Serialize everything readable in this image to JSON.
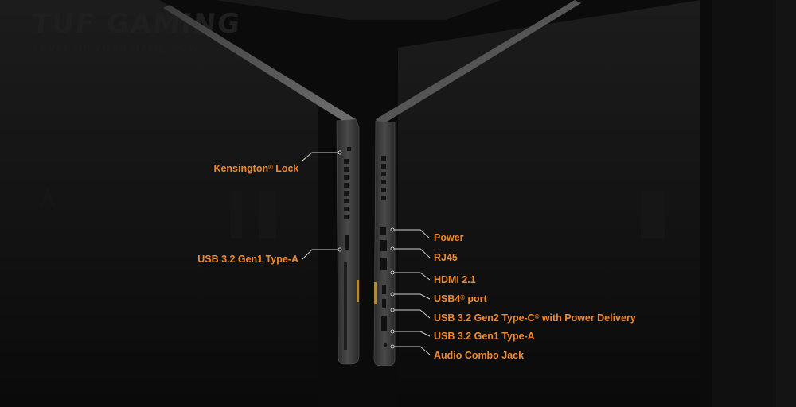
{
  "brand": {
    "watermark_title": "TUF GAMING",
    "watermark_subtitle": "LEVEL UP YOUR GAME NOW"
  },
  "colors": {
    "label": "#f0892a",
    "background": "#0b0b0b",
    "leader_line": "#cfcfcf"
  },
  "left_ports": [
    {
      "text": "Kensington",
      "sup": "®",
      "suffix": " Lock"
    },
    {
      "text": "USB 3.2 Gen1 Type-A",
      "sup": "",
      "suffix": ""
    }
  ],
  "right_ports": [
    {
      "text": "Power",
      "sup": "",
      "suffix": ""
    },
    {
      "text": "RJ45",
      "sup": "",
      "suffix": ""
    },
    {
      "text": "HDMI 2.1",
      "sup": "",
      "suffix": ""
    },
    {
      "text": "USB4",
      "sup": "®",
      "suffix": " port"
    },
    {
      "text": "USB 3.2 Gen2 Type-C",
      "sup": "®",
      "suffix": " with Power Delivery"
    },
    {
      "text": "USB 3.2 Gen1 Type-A",
      "sup": "",
      "suffix": ""
    },
    {
      "text": "Audio Combo Jack",
      "sup": "",
      "suffix": ""
    }
  ]
}
